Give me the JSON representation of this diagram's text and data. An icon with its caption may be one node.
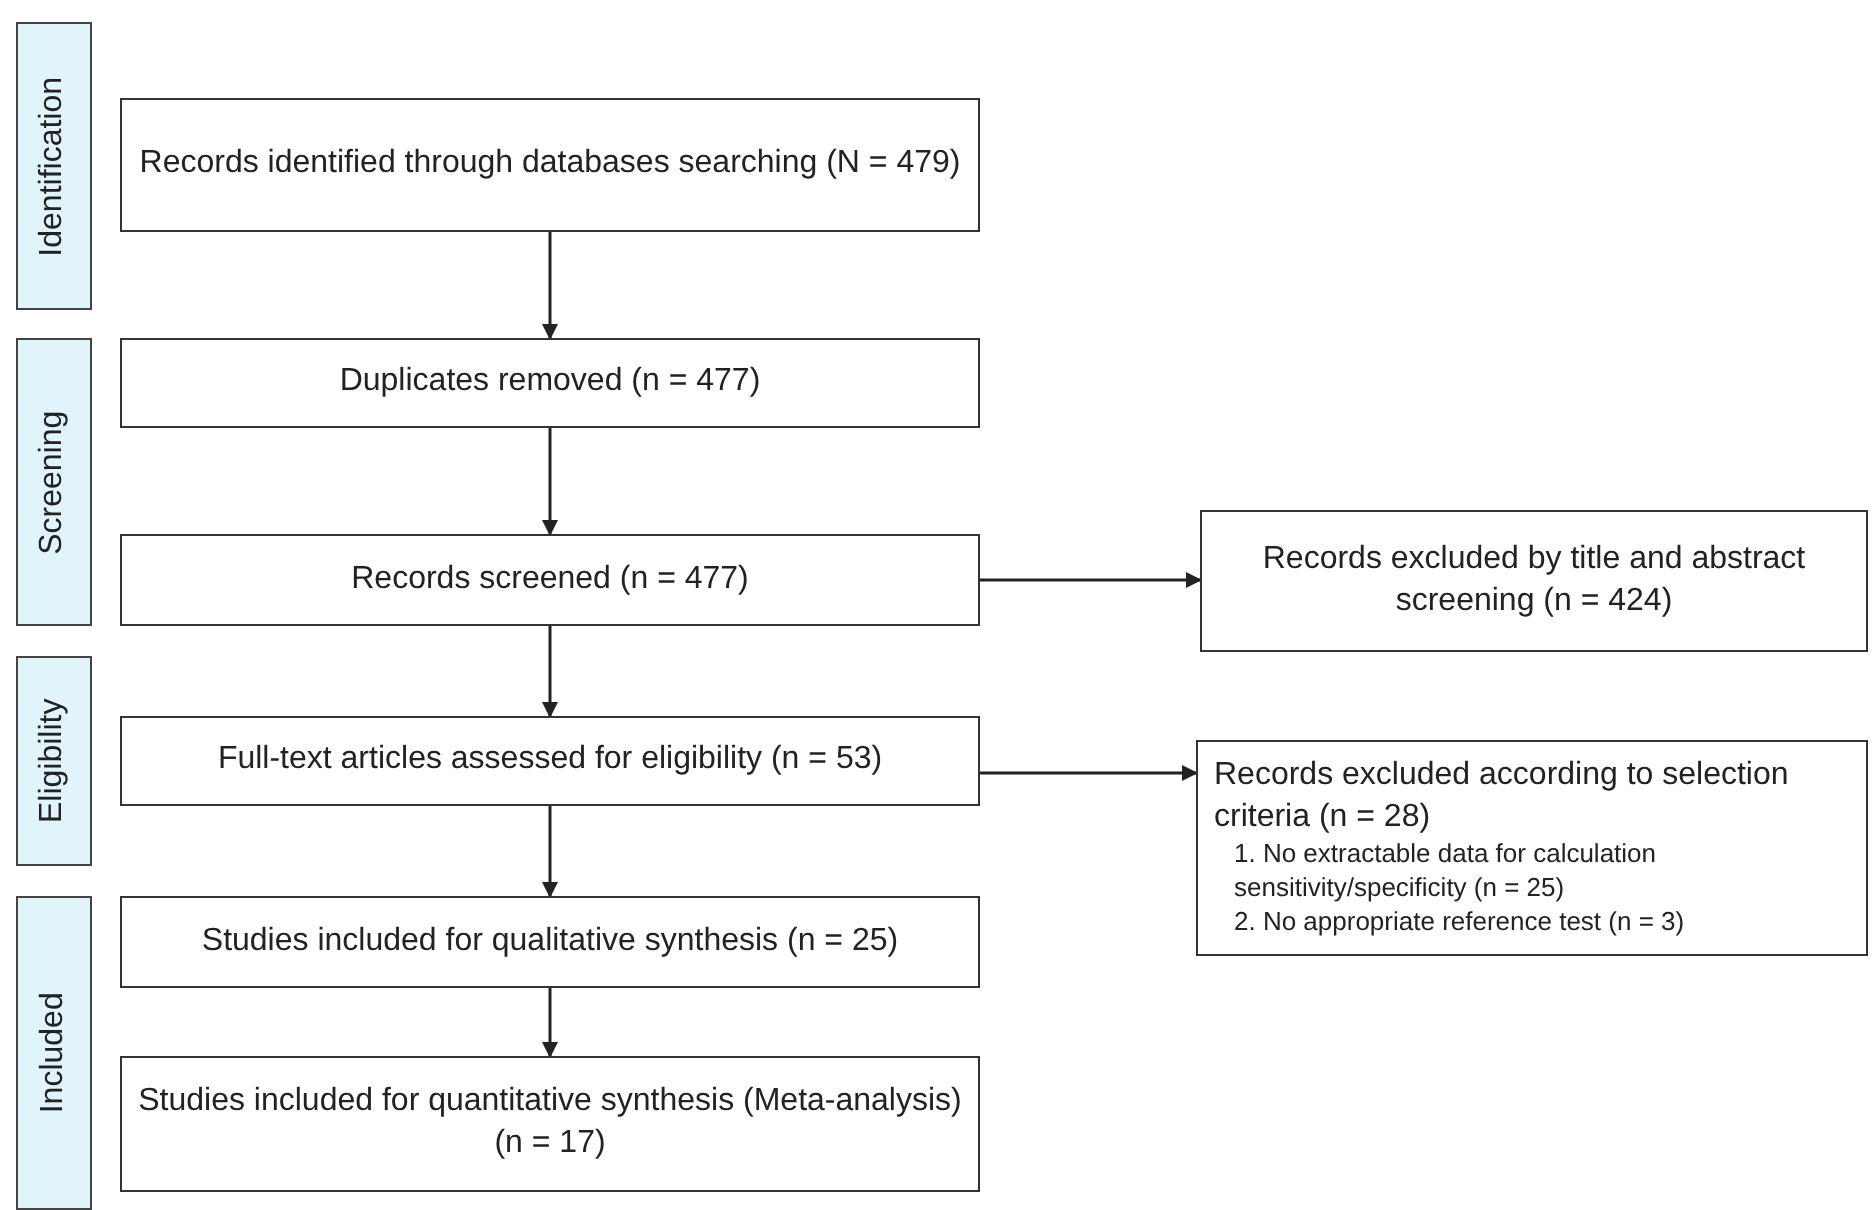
{
  "diagram": {
    "nodes": [
      {
        "text": [
          "Identification"
        ]
      },
      {
        "text": [
          "Screening"
        ]
      },
      {
        "text": [
          "Eligibility"
        ]
      },
      {
        "text": [
          "Included"
        ]
      },
      {
        "text": [
          "Records identified through databases searching (N = 479)"
        ]
      },
      {
        "text": [
          "Duplicates removed (n = 477)"
        ]
      },
      {
        "text": [
          "Records screened (n = 477)"
        ]
      },
      {
        "text": [
          "Records excluded by title and abstract screening (n = 424)"
        ]
      },
      {
        "text": [
          "Full-text articles assessed for eligibility (n = 53)"
        ]
      },
      {
        "text": [
          "Records excluded according to selection criteria (n = 28)",
          "1. No extractable data for calculation sensitivity/specificity (n = 25)",
          "2. No appropriate reference test (n = 3)"
        ]
      },
      {
        "text": [
          "Studies included for qualitative synthesis (n = 25)"
        ]
      },
      {
        "text": [
          "Studies included for quantitative synthesis (Meta-analysis) (n = 17)"
        ]
      }
    ],
    "edges": [
      {
        "from": 4,
        "to": 5,
        "arrow": "to"
      },
      {
        "from": 5,
        "to": 6,
        "arrow": "to"
      },
      {
        "from": 6,
        "to": 7,
        "arrow": "to"
      },
      {
        "from": 6,
        "to": 8,
        "arrow": "to"
      },
      {
        "from": 8,
        "to": 9,
        "arrow": "to"
      },
      {
        "from": 8,
        "to": 10,
        "arrow": "to"
      },
      {
        "from": 10,
        "to": 11,
        "arrow": "to"
      }
    ]
  }
}
